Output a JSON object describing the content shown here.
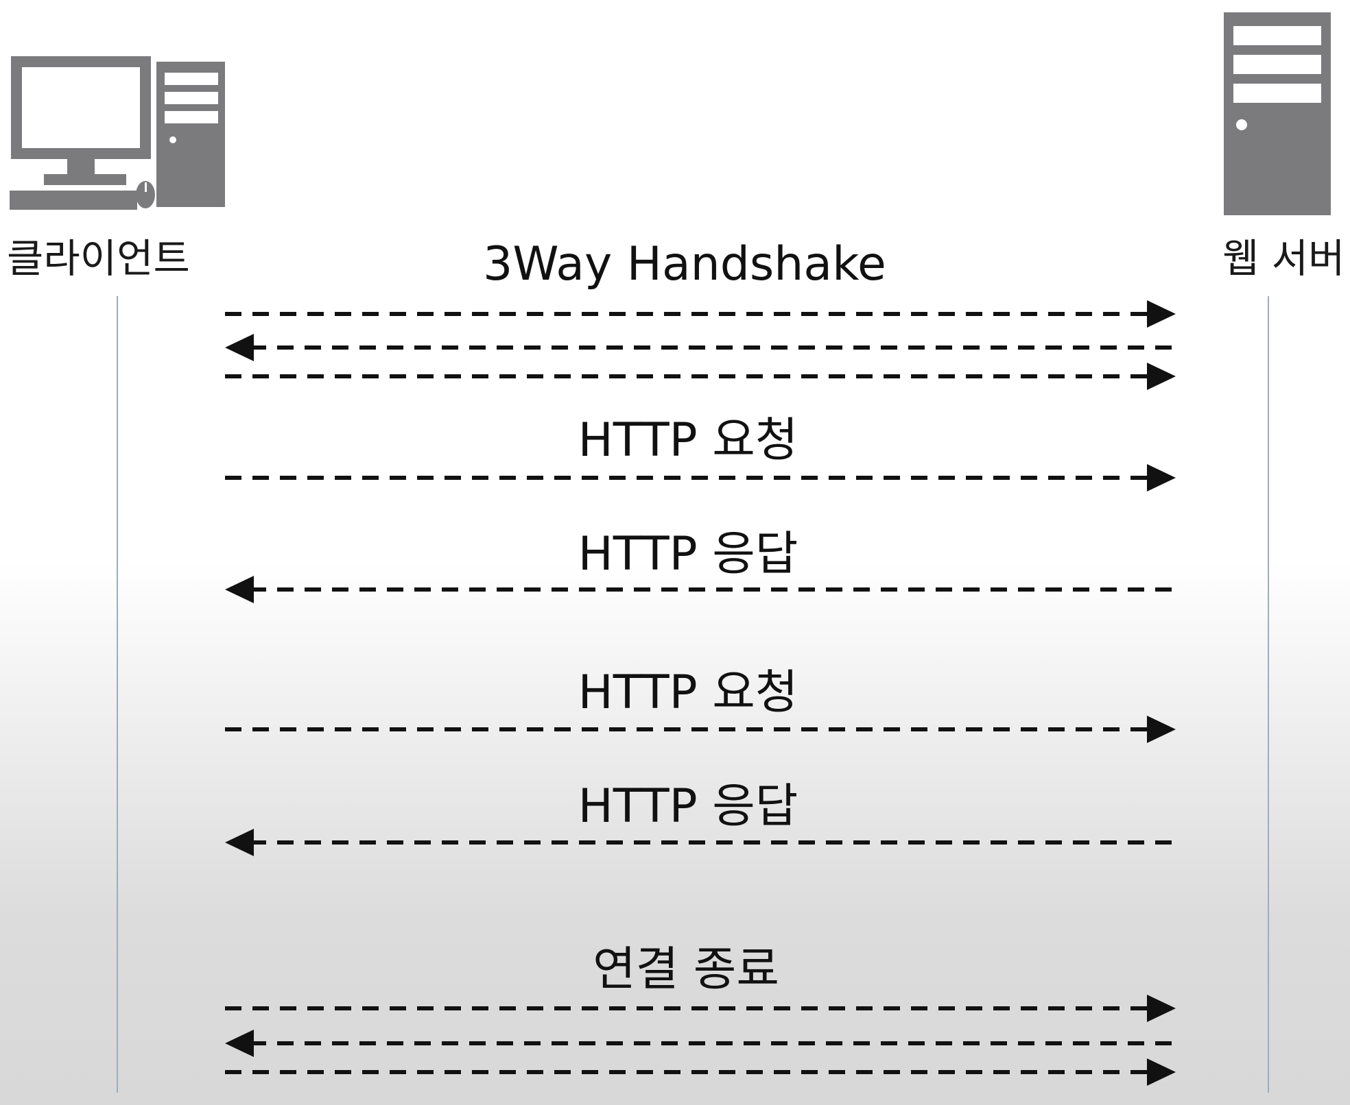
{
  "participants": {
    "client": {
      "label": "클라이언트",
      "icon": "desktop-computer-icon"
    },
    "server": {
      "label": "웹 서버",
      "icon": "server-tower-icon"
    }
  },
  "labels": {
    "handshake": "3Way Handshake",
    "request_1": "HTTP 요청",
    "response_1": "HTTP 응답",
    "request_2": "HTTP 요청",
    "response_2": "HTTP 응답",
    "close": "연결 종료"
  },
  "messages": [
    {
      "group": "handshake",
      "direction": "to-server"
    },
    {
      "group": "handshake",
      "direction": "to-client"
    },
    {
      "group": "handshake",
      "direction": "to-server"
    },
    {
      "group": "request_1",
      "direction": "to-server"
    },
    {
      "group": "response_1",
      "direction": "to-client"
    },
    {
      "group": "request_2",
      "direction": "to-server"
    },
    {
      "group": "response_2",
      "direction": "to-client"
    },
    {
      "group": "close",
      "direction": "to-server"
    },
    {
      "group": "close",
      "direction": "to-client"
    },
    {
      "group": "close",
      "direction": "to-server"
    }
  ],
  "colors": {
    "icon": "#7b7b7d",
    "lifeline": "#9aaebd",
    "arrow": "#111111"
  }
}
